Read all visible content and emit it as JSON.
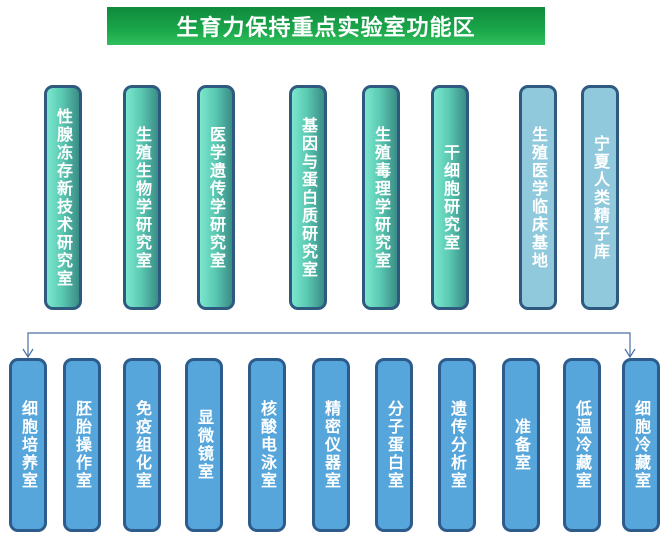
{
  "title": "生育力保持重点实验室功能区",
  "top_units": [
    {
      "label": "性腺冻存新技术研究室",
      "color": "teal"
    },
    {
      "label": "生殖生物学研究室",
      "color": "teal"
    },
    {
      "label": "医学遗传学研究室",
      "color": "teal"
    },
    {
      "label": "基因与蛋白质研究室",
      "color": "teal"
    },
    {
      "label": "生殖毒理学研究室",
      "color": "teal"
    },
    {
      "label": "干细胞研究室",
      "color": "teal"
    },
    {
      "label": "生殖医学临床基地",
      "color": "light-blue"
    },
    {
      "label": "宁夏人类精子库",
      "color": "light-blue"
    }
  ],
  "bottom_units": [
    {
      "label": "细胞培养室"
    },
    {
      "label": "胚胎操作室"
    },
    {
      "label": "免疫组化室"
    },
    {
      "label": "显微镜室"
    },
    {
      "label": "核酸电泳室"
    },
    {
      "label": "精密仪器室"
    },
    {
      "label": "分子蛋白室"
    },
    {
      "label": "遗传分析室"
    },
    {
      "label": "准备室"
    },
    {
      "label": "低温冷藏室"
    },
    {
      "label": "细胞冷藏室"
    }
  ]
}
